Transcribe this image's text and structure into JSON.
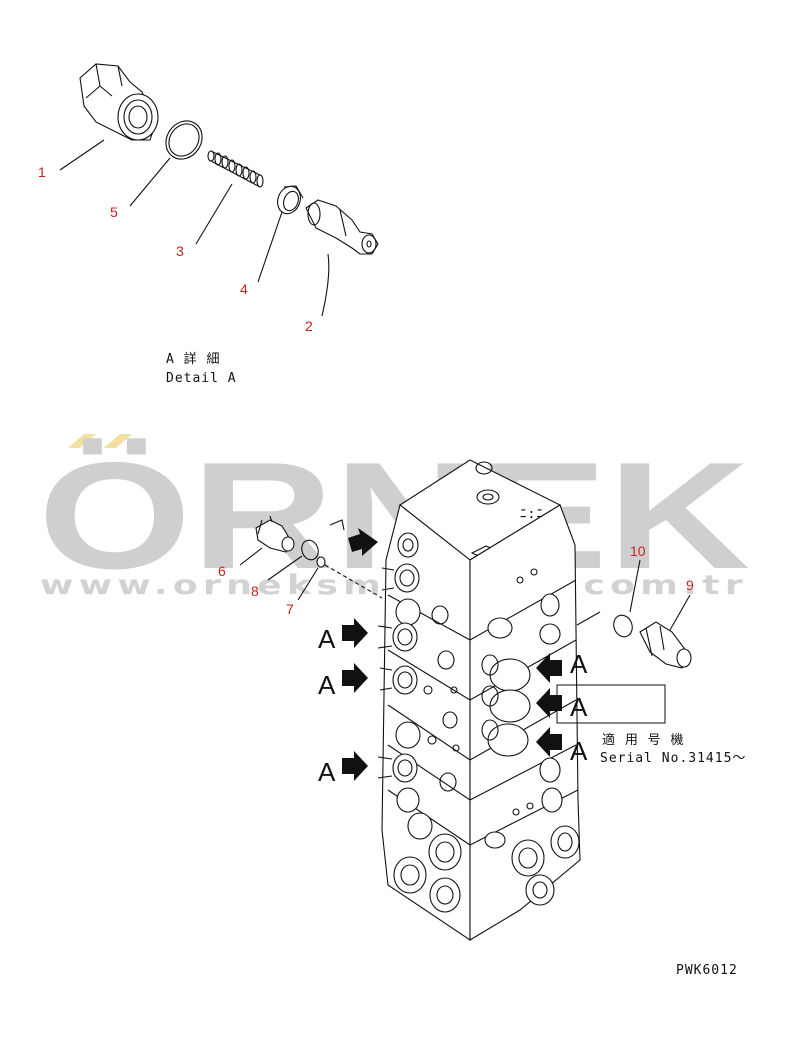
{
  "callouts": [
    "1",
    "2",
    "3",
    "4",
    "5",
    "6",
    "7",
    "8",
    "9",
    "10"
  ],
  "detail": {
    "jp": "A 詳 細",
    "en": "Detail A"
  },
  "view_letter": "A",
  "serial": {
    "jp": "適 用 号 機",
    "en": "Serial No.31415〜"
  },
  "drawing_code": "PWK6012",
  "watermark": {
    "brand": "ÖRNEK",
    "url": "www.orneksmakinatr.com.tr"
  },
  "colors": {
    "callout": "#c81e1e",
    "watermark": "#cfcfcf",
    "watermark_accent": "#f3e0a0",
    "line": "#111111"
  }
}
